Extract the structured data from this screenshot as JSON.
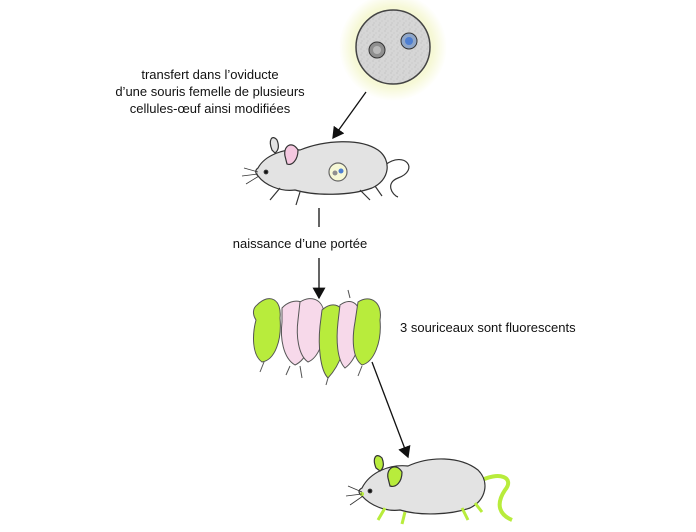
{
  "labels": {
    "transfer": {
      "line1": "transfert dans l’oviducte",
      "line2": "d’une souris femelle de plusieurs",
      "line3": "cellules-œuf ainsi modifiées"
    },
    "birth": "naissance d’une portée",
    "fluorescent": "3 souriceaux sont fluorescents"
  },
  "colors": {
    "mouse_body": "#e3e3e3",
    "fluorescent_green": "#b8ec3c",
    "normal_pink": "#f7d9ea",
    "egg_halo": "#f6f8d6",
    "egg_fill": "#cfcfcf",
    "nucleus_blue": "#4e7fd2",
    "outline": "#333333"
  }
}
